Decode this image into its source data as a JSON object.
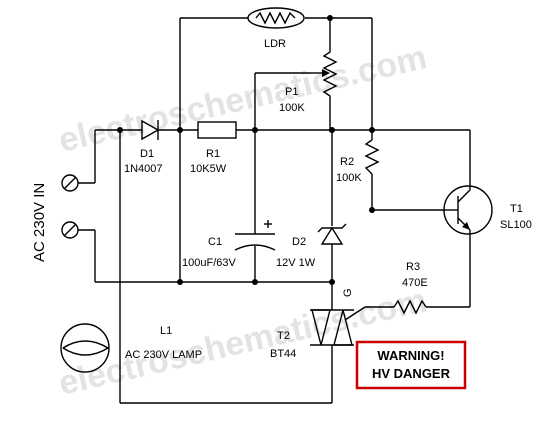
{
  "watermark": {
    "text": "electroschematics.com"
  },
  "input": {
    "label": "AC 230V IN"
  },
  "components": {
    "ldr": {
      "ref": "LDR"
    },
    "p1": {
      "ref": "P1",
      "value": "100K"
    },
    "d1": {
      "ref": "D1",
      "value": "1N4007"
    },
    "r1": {
      "ref": "R1",
      "value": "10K5W"
    },
    "r2": {
      "ref": "R2",
      "value": "100K"
    },
    "c1": {
      "ref": "C1",
      "value": "100uF/63V"
    },
    "d2": {
      "ref": "D2",
      "value": "12V 1W"
    },
    "t1": {
      "ref": "T1",
      "value": "SL100"
    },
    "r3": {
      "ref": "R3",
      "value": "470E"
    },
    "t2": {
      "ref": "T2",
      "value": "BT44",
      "gate": "G"
    },
    "l1": {
      "ref": "L1",
      "value": "AC 230V LAMP"
    }
  },
  "warning": {
    "line1": "WARNING!",
    "line2": "HV DANGER",
    "border_color": "#cc0000"
  }
}
